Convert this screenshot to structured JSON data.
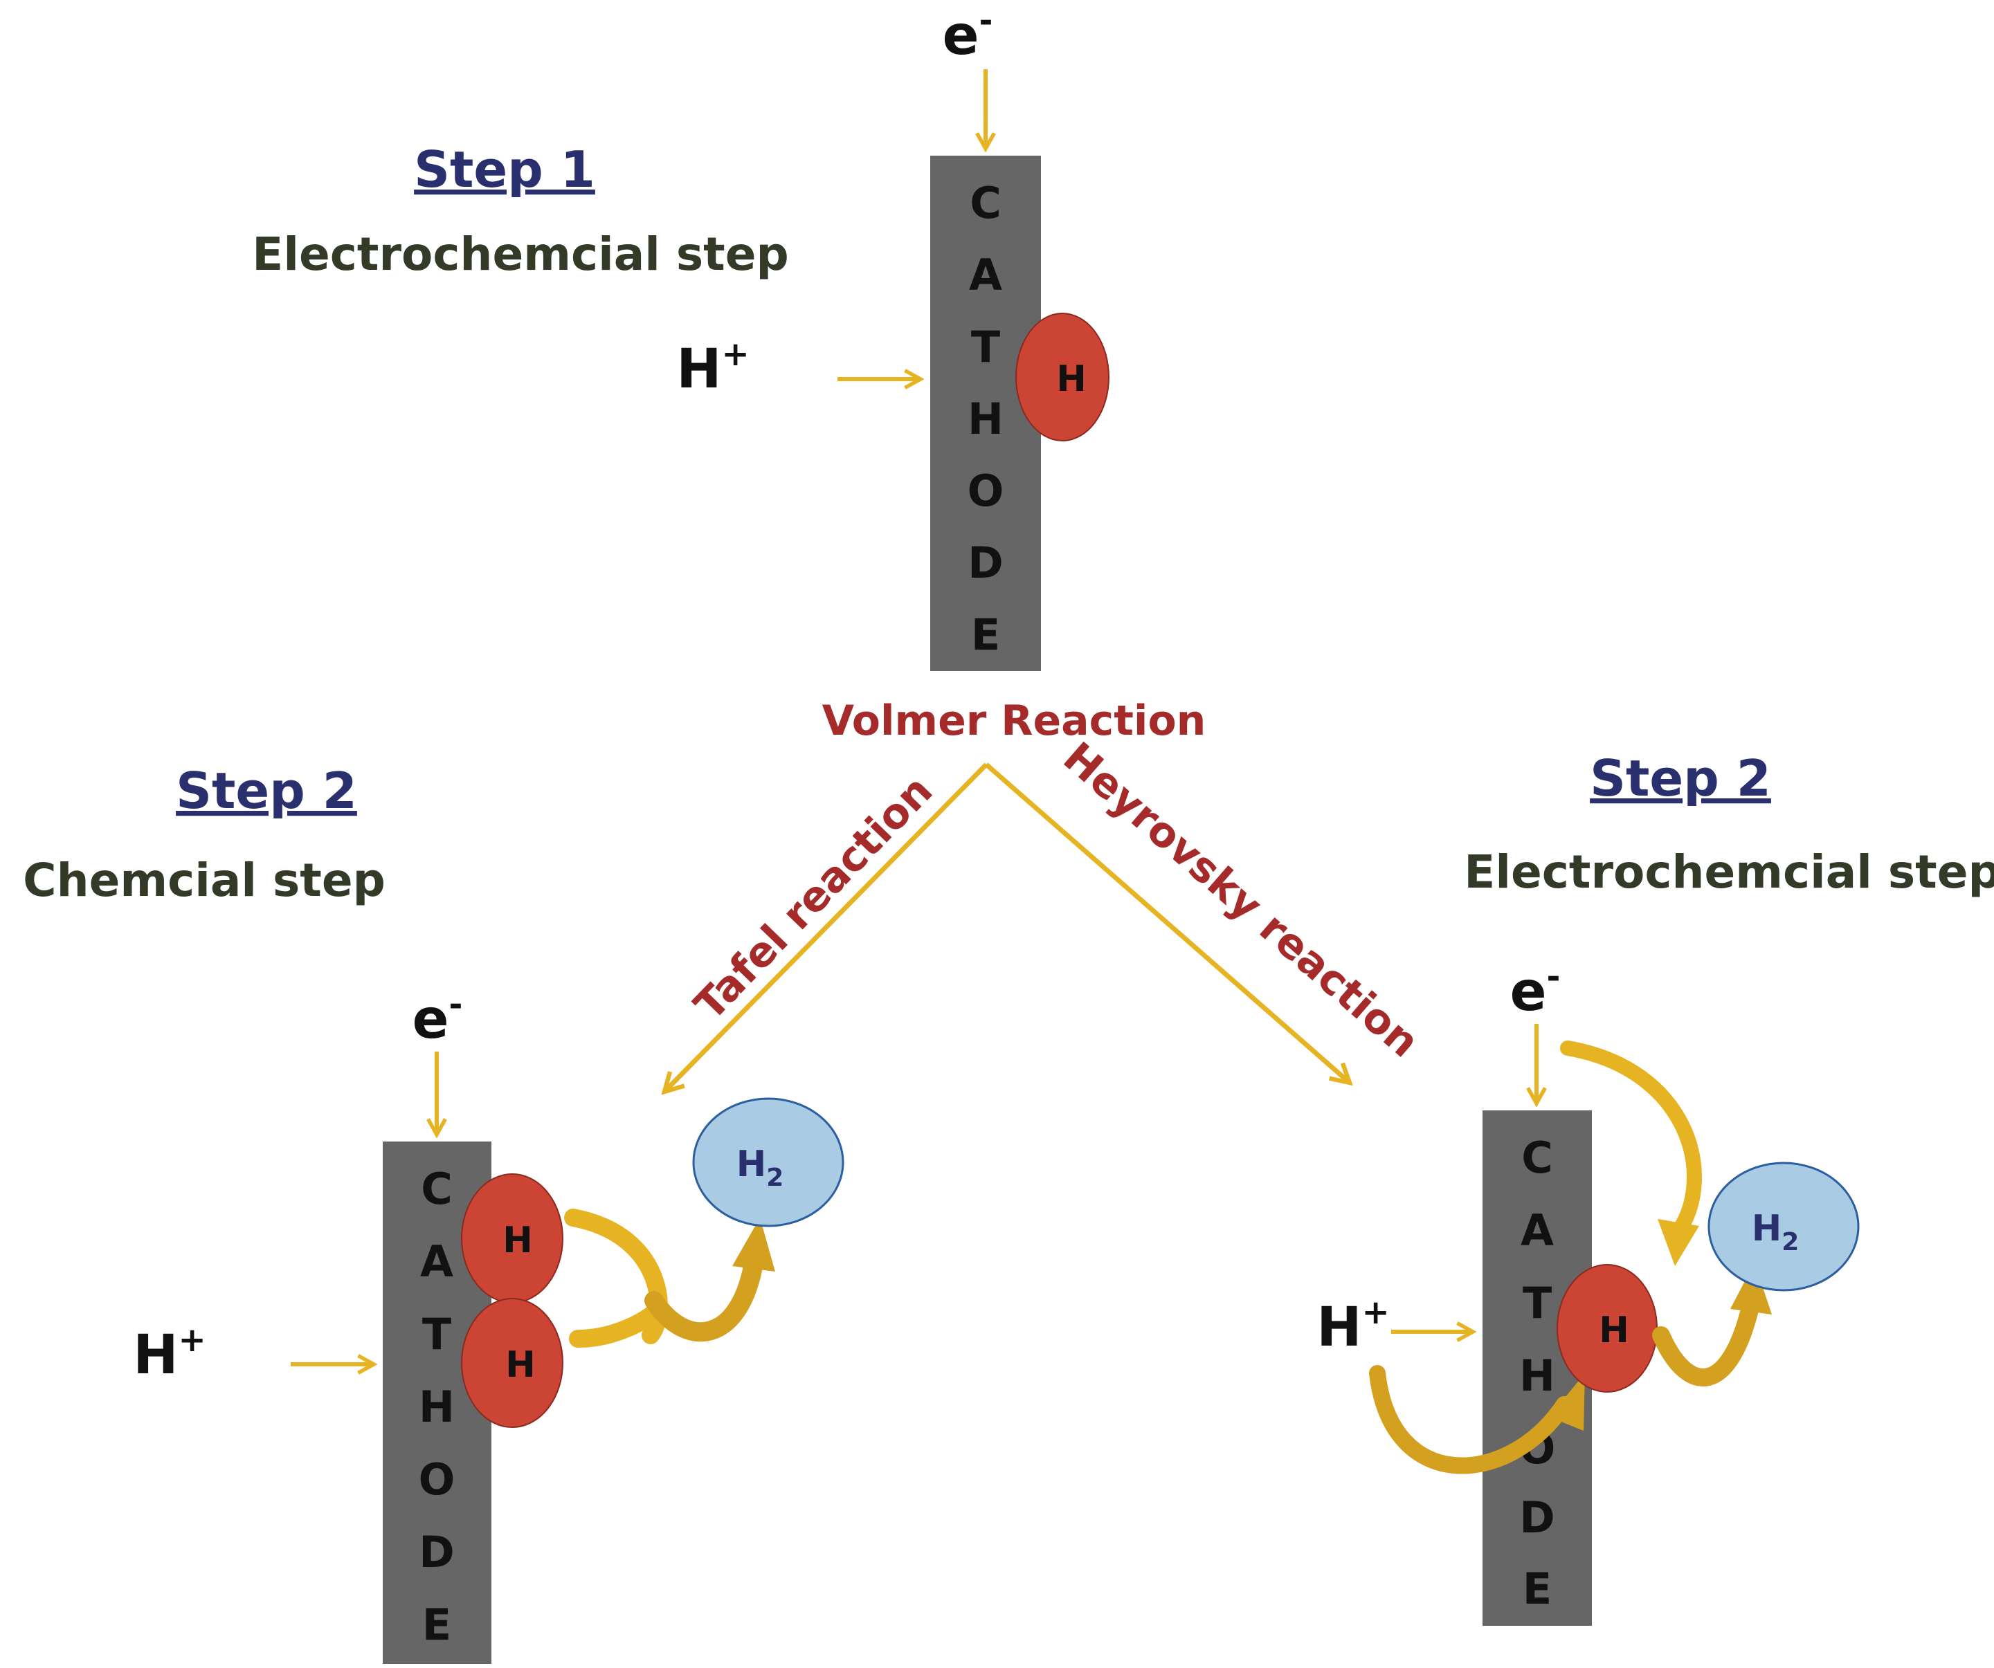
{
  "step1": {
    "heading": "Step  1",
    "subtitle": "Electrochemcial step"
  },
  "step2_left": {
    "heading": "Step  2",
    "subtitle": "Chemcial step"
  },
  "step2_right": {
    "heading": "Step  2",
    "subtitle": "Electrochemcial step"
  },
  "reactions": {
    "volmer": "Volmer Reaction",
    "tafel": "Tafel reaction",
    "heyrovsky": "Heyrovsky reaction"
  },
  "electrode": {
    "letters": [
      "C",
      "A",
      "T",
      "H",
      "O",
      "D",
      "E"
    ]
  },
  "species": {
    "electron": "e",
    "electron_sup": "-",
    "proton": "H",
    "proton_sup": "+",
    "adsorbed_h": "H",
    "h2_base": "H",
    "h2_sub": "2"
  },
  "colors": {
    "cathode": "#666666",
    "arrow": "#e6b422",
    "h_atom": "#cc4433",
    "h2_molecule": "#a9cbe3",
    "reaction_label": "#a52a2a",
    "heading": "#2a2f6e"
  }
}
